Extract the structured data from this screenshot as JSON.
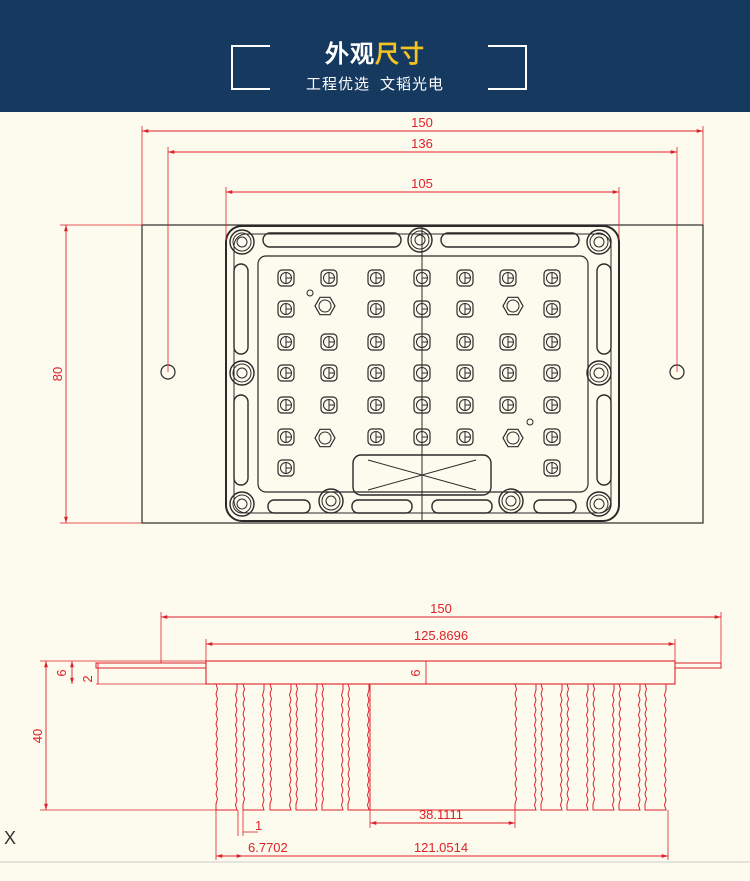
{
  "header": {
    "title_main": "外观",
    "title_accent": "尺寸",
    "subtitle_left": "工程优选",
    "subtitle_right": "文韬光电",
    "background_color": "#163a5f",
    "accent_color": "#f4c321"
  },
  "top_view": {
    "dim_overall_width": "150",
    "dim_hole_spacing": "136",
    "dim_pcb_width": "105",
    "dim_height": "80"
  },
  "side_view": {
    "dim_overall_width": "150",
    "dim_body_width": "125.8696",
    "dim_base_thickness": "6",
    "dim_plate_thickness": "2",
    "dim_center_thickness": "6",
    "dim_total_height": "40",
    "dim_center_gap": "38.1111",
    "dim_fin_thickness": "1",
    "dim_fin_pitch": "6.7702",
    "dim_fin_span": "121.0514"
  },
  "corner_mark": "X",
  "colors": {
    "dimension": "#e0202a",
    "outline": "#2a2a2a",
    "background": "#fdfbee"
  }
}
